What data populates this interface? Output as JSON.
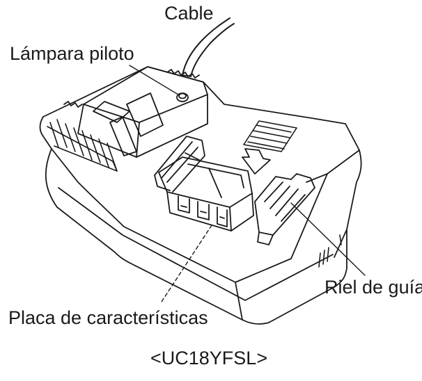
{
  "figure": {
    "labels": {
      "cable": "Cable",
      "pilot_lamp": "Lámpara piloto",
      "guide_rail": "Riel de guía",
      "nameplate": "Placa de características"
    },
    "model": "<UC18YFSL>",
    "colors": {
      "line": "#1a1a1a",
      "background": "#ffffff"
    }
  }
}
